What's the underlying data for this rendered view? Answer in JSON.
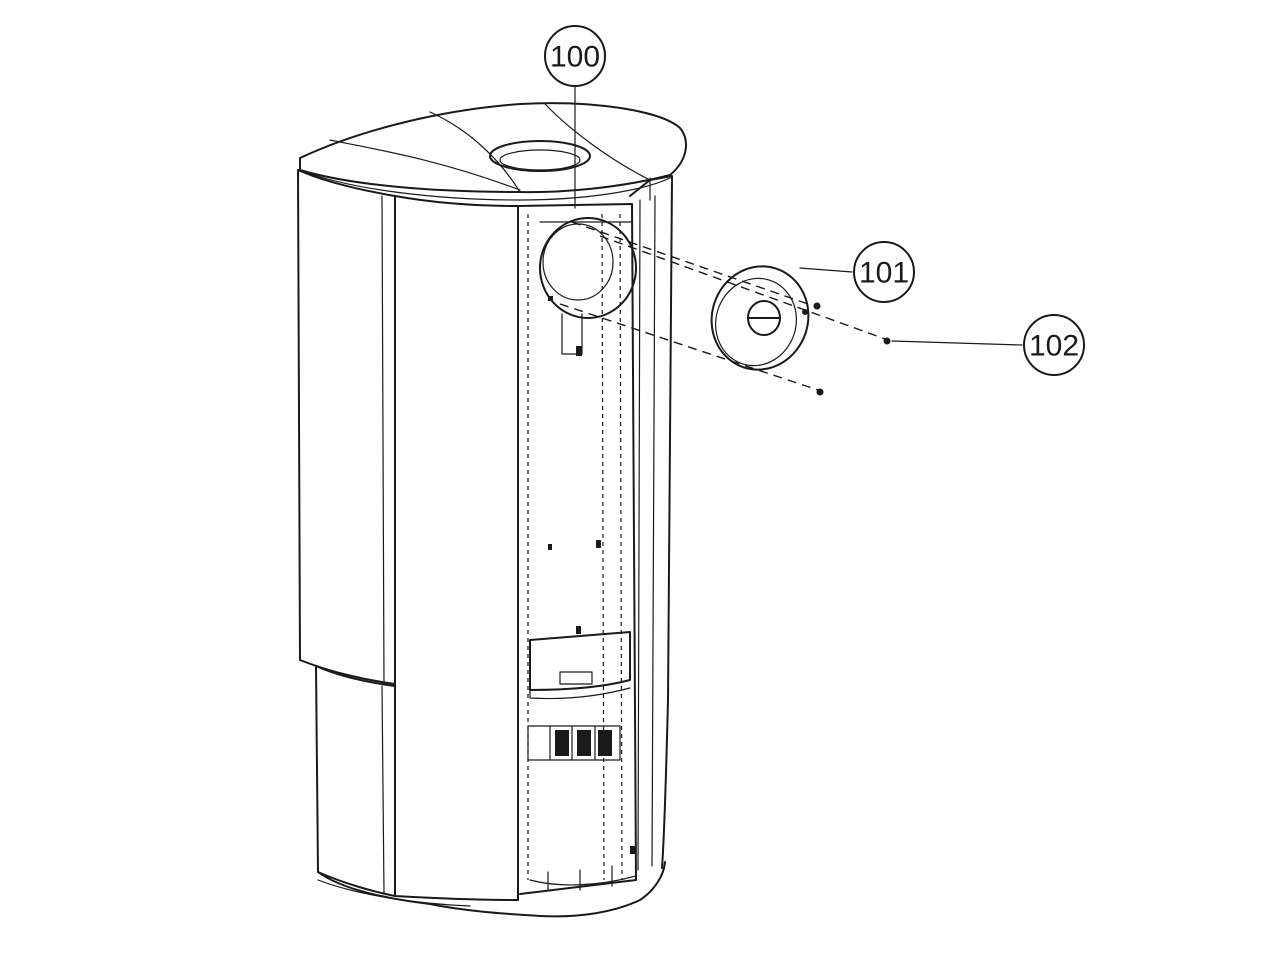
{
  "callouts": [
    {
      "id": "c100",
      "label": "100"
    },
    {
      "id": "c101",
      "label": "101"
    },
    {
      "id": "c102",
      "label": "102"
    }
  ],
  "colors": {
    "line": "#1a1a1a",
    "background": "#ffffff"
  }
}
